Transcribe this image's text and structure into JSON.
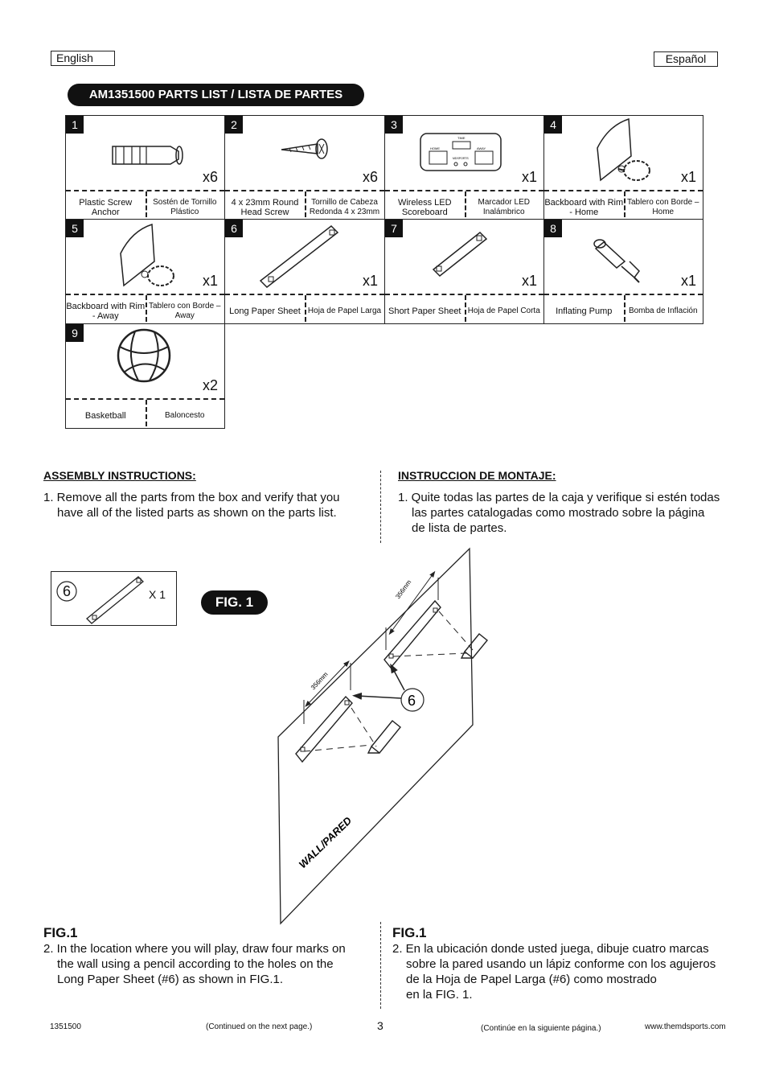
{
  "header": {
    "lang_en": "English",
    "lang_es": "Español"
  },
  "parts_title": "AM1351500 PARTS LIST / LISTA DE PARTES",
  "parts": [
    {
      "num": "1",
      "qty": "x6",
      "en": "Plastic Screw Anchor",
      "es": "Sostén de Tornillo Plástico"
    },
    {
      "num": "2",
      "qty": "x6",
      "en": "4 x 23mm Round Head Screw",
      "es": "Tornillo de Cabeza Redonda 4 x 23mm"
    },
    {
      "num": "3",
      "qty": "x1",
      "en": "Wireless LED Scoreboard",
      "es": "Marcador LED Inalámbrico"
    },
    {
      "num": "4",
      "qty": "x1",
      "en": "Backboard with Rim - Home",
      "es": "Tablero con Borde – Home"
    },
    {
      "num": "5",
      "qty": "x1",
      "en": "Backboard with Rim - Away",
      "es": "Tablero con Borde – Away"
    },
    {
      "num": "6",
      "qty": "x1",
      "en": "Long Paper Sheet",
      "es": "Hoja de Papel Larga"
    },
    {
      "num": "7",
      "qty": "x1",
      "en": "Short Paper Sheet",
      "es": "Hoja de Papel Corta"
    },
    {
      "num": "8",
      "qty": "x1",
      "en": "Inflating Pump",
      "es": "Bomba de Inflación"
    },
    {
      "num": "9",
      "qty": "x2",
      "en": "Basketball",
      "es": "Baloncesto"
    }
  ],
  "scoreboard": {
    "time": "TIME",
    "home": "HOME",
    "away": "AWAY",
    "brand": "MDSPORTS"
  },
  "instructions": {
    "en_header": "ASSEMBLY INSTRUCTIONS:",
    "es_header": "INSTRUCCION DE MONTAJE:",
    "en_step1_a": "1. Remove all the parts from the box and verify that you",
    "en_step1_b": "have all of the listed parts as shown on the parts list.",
    "es_step1_a": "1. Quite todas las partes de la caja y verifique si estén todas",
    "es_step1_b": "las partes catalogadas como mostrado sobre la página",
    "es_step1_c": "de lista de partes."
  },
  "figure": {
    "callout_num": "6",
    "callout_qty": "X 1",
    "fig_pill": "FIG. 1",
    "dim_label": "356mm",
    "part_ref": "6",
    "wall_label": "WALL/PARED"
  },
  "fig_text": {
    "en_title": "FIG.1",
    "en_a": "2. In the location where you will play, draw four marks on",
    "en_b": "the wall using a pencil according to the holes on the",
    "en_c": "Long Paper Sheet (#6) as shown in FIG.1.",
    "es_title": "FIG.1",
    "es_a": "2. En la ubicación donde usted juega, dibuje cuatro marcas",
    "es_b": "sobre la pared usando un lápiz conforme con los agujeros",
    "es_c": "de la Hoja de Papel Larga (#6) como mostrado",
    "es_d": "en la FIG. 1."
  },
  "footer": {
    "model": "1351500",
    "continued_en": "(Continued on the next page.)",
    "page": "3",
    "continued_es": "(Continúe en la siguiente página.)",
    "website": "www.themdsports.com"
  }
}
